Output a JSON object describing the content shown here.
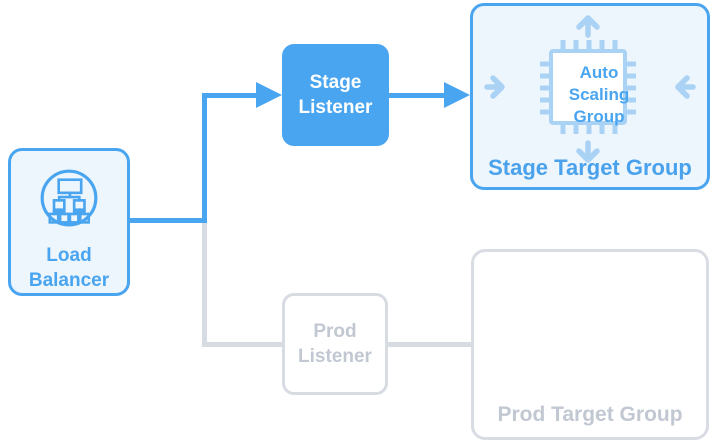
{
  "colors": {
    "primary_blue": "#4AA5F0",
    "light_blue_fill": "#EDF5FD",
    "icon_light_blue": "#A9D2F4",
    "inactive_border": "#D7DBE2",
    "inactive_text": "#C2C8D2",
    "active_text_on_blue": "#FFFFFF"
  },
  "nodes": {
    "load_balancer": {
      "label": "Load Balancer",
      "icon": "load-balancer-network-icon"
    },
    "stage_listener": {
      "label": "Stage Listener",
      "state": "active"
    },
    "prod_listener": {
      "label": "Prod Listener",
      "state": "inactive"
    },
    "stage_target_group": {
      "label": "Stage Target Group",
      "icon": "auto-scaling-chip-icon",
      "icon_label": "Auto Scaling Group",
      "state": "active"
    },
    "prod_target_group": {
      "label": "Prod Target Group",
      "state": "inactive"
    }
  },
  "connections": [
    {
      "from": "load_balancer",
      "to": "stage_listener",
      "style": "blue-arrow"
    },
    {
      "from": "stage_listener",
      "to": "stage_target_group",
      "style": "blue-arrow"
    },
    {
      "from": "load_balancer",
      "to": "prod_listener",
      "style": "gray-line"
    },
    {
      "from": "prod_listener",
      "to": "prod_target_group",
      "style": "gray-line"
    }
  ]
}
